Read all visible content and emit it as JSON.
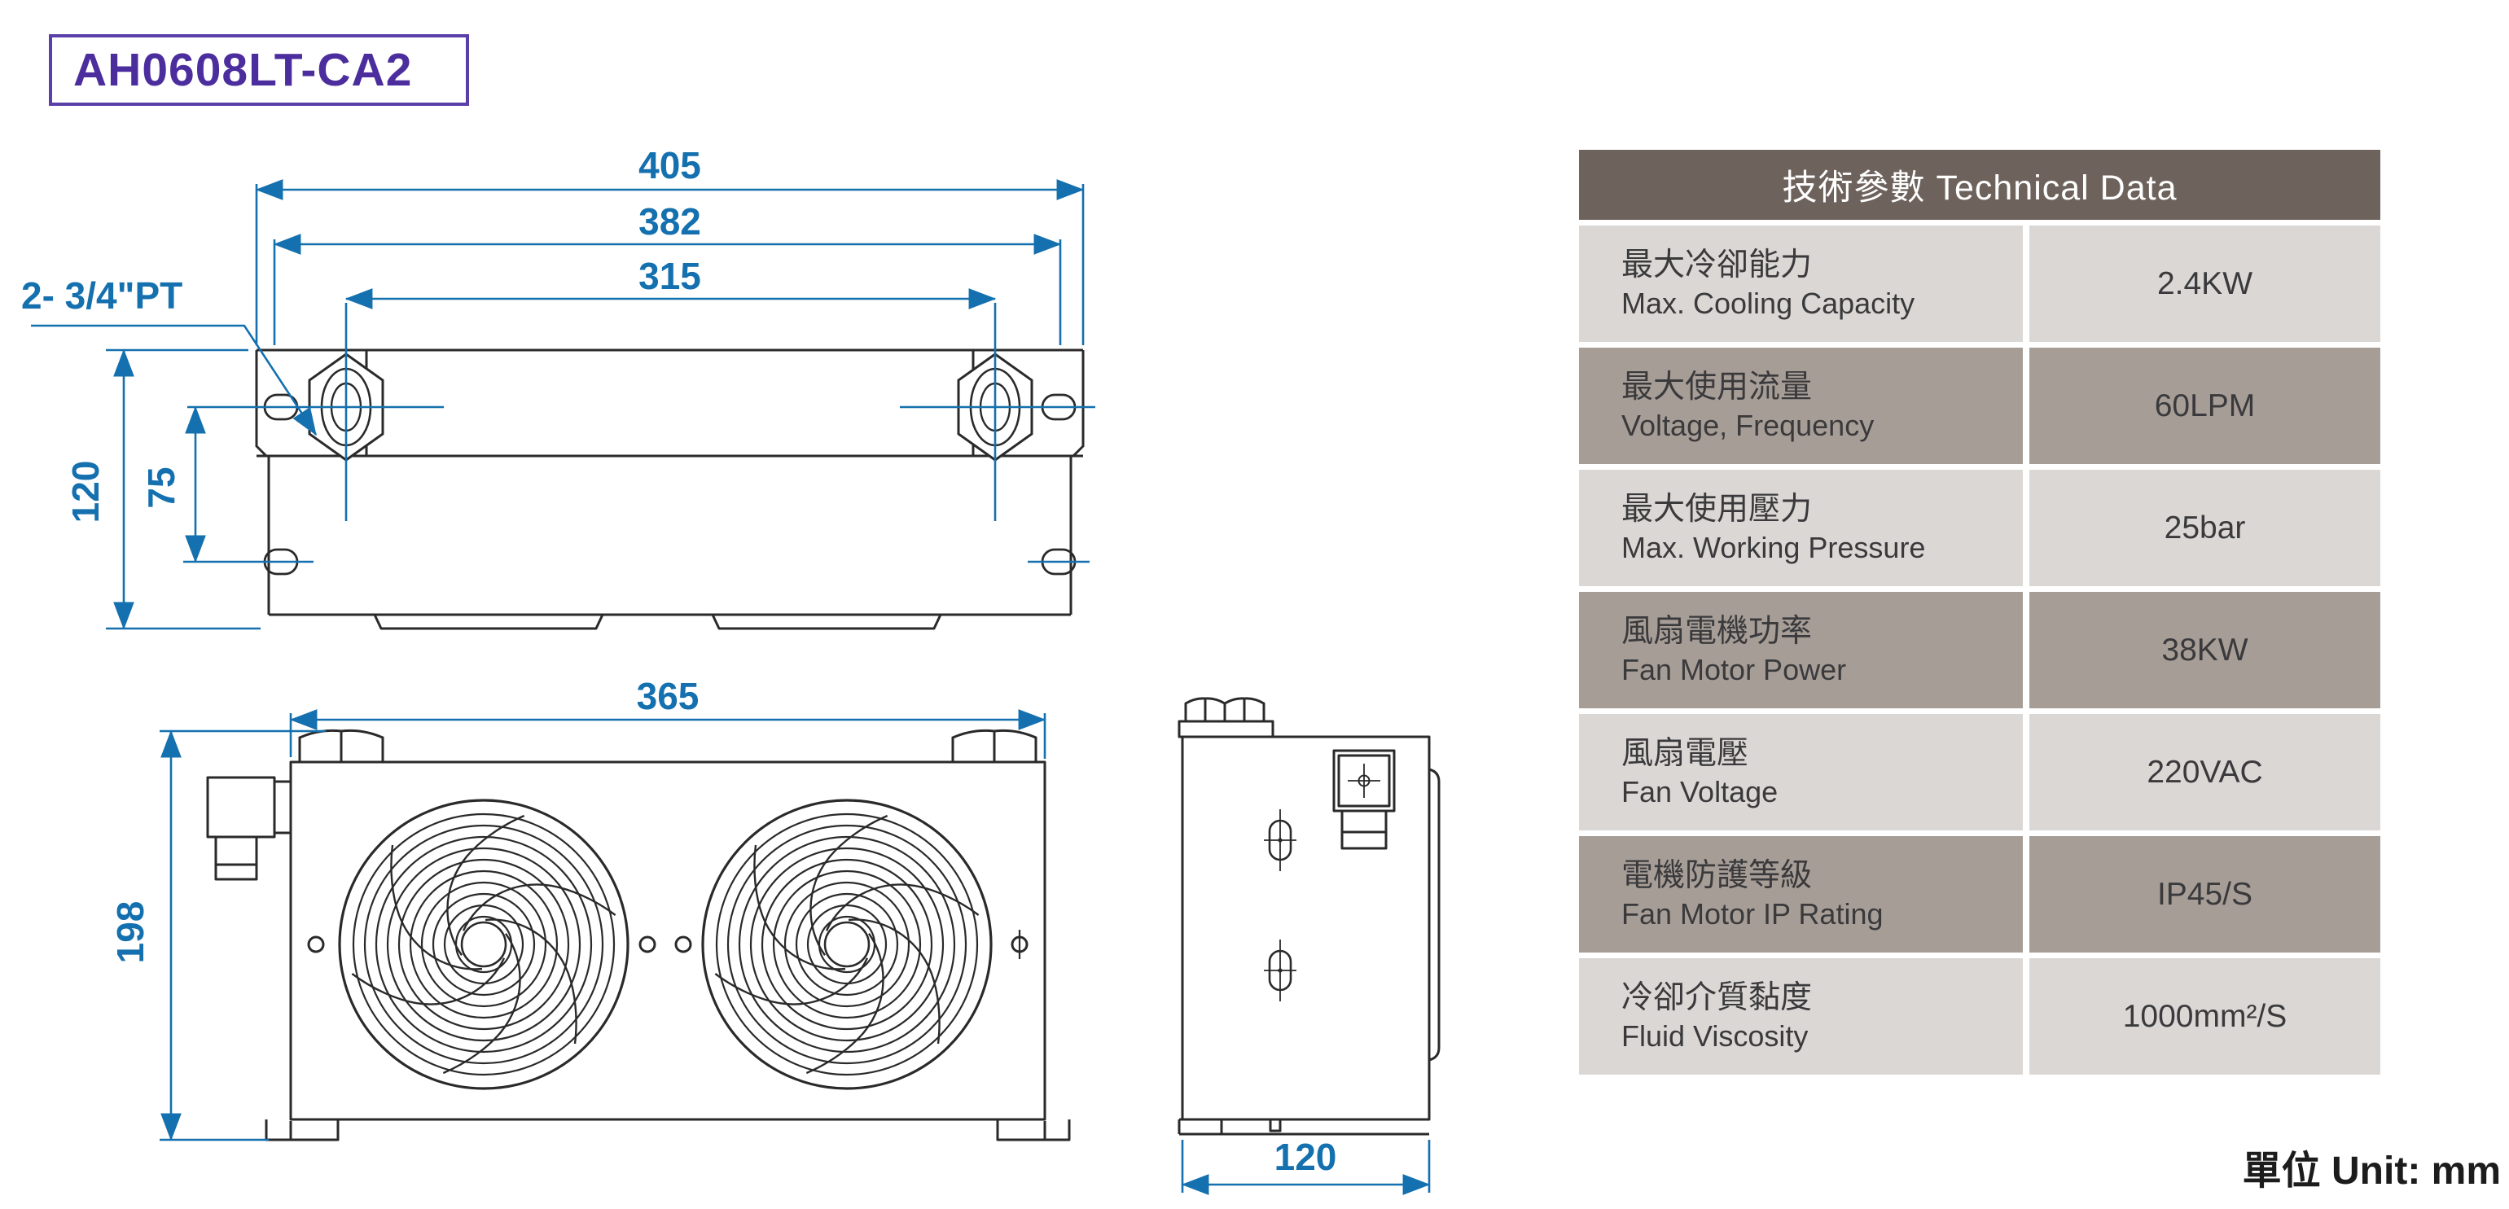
{
  "title": "AH0608LT-CA2",
  "unit_note": "單位 Unit: mm",
  "dims": {
    "d405": "405",
    "d382": "382",
    "d315": "315",
    "port": "2- 3/4\"PT",
    "d120_top": "120",
    "d75": "75",
    "d365": "365",
    "d198": "198",
    "d120_side": "120"
  },
  "table": {
    "header": "技術參數 Technical Data",
    "rows": [
      {
        "zh": "最大冷卻能力",
        "en": "Max. Cooling Capacity",
        "value": "2.4KW"
      },
      {
        "zh": "最大使用流量",
        "en": "Voltage, Frequency",
        "value": "60LPM"
      },
      {
        "zh": "最大使用壓力",
        "en": "Max. Working Pressure",
        "value": "25bar"
      },
      {
        "zh": "風扇電機功率",
        "en": "Fan Motor Power",
        "value": "38KW"
      },
      {
        "zh": "風扇電壓",
        "en": "Fan Voltage",
        "value": "220VAC"
      },
      {
        "zh": "電機防護等級",
        "en": "Fan Motor IP Rating",
        "value": "IP45/S"
      },
      {
        "zh": "冷卻介質黏度",
        "en": "Fluid Viscosity",
        "value": "1000mm²/S"
      }
    ]
  },
  "colors": {
    "dimension_blue": "#1470AE",
    "title_purple": "#4B2D9E",
    "title_border": "#5B3FA8",
    "table_header_bg": "#6E635C",
    "row_dark_bg": "#A79D97",
    "row_light_bg": "#DBD7D4",
    "line_black": "#2A2A2A"
  }
}
